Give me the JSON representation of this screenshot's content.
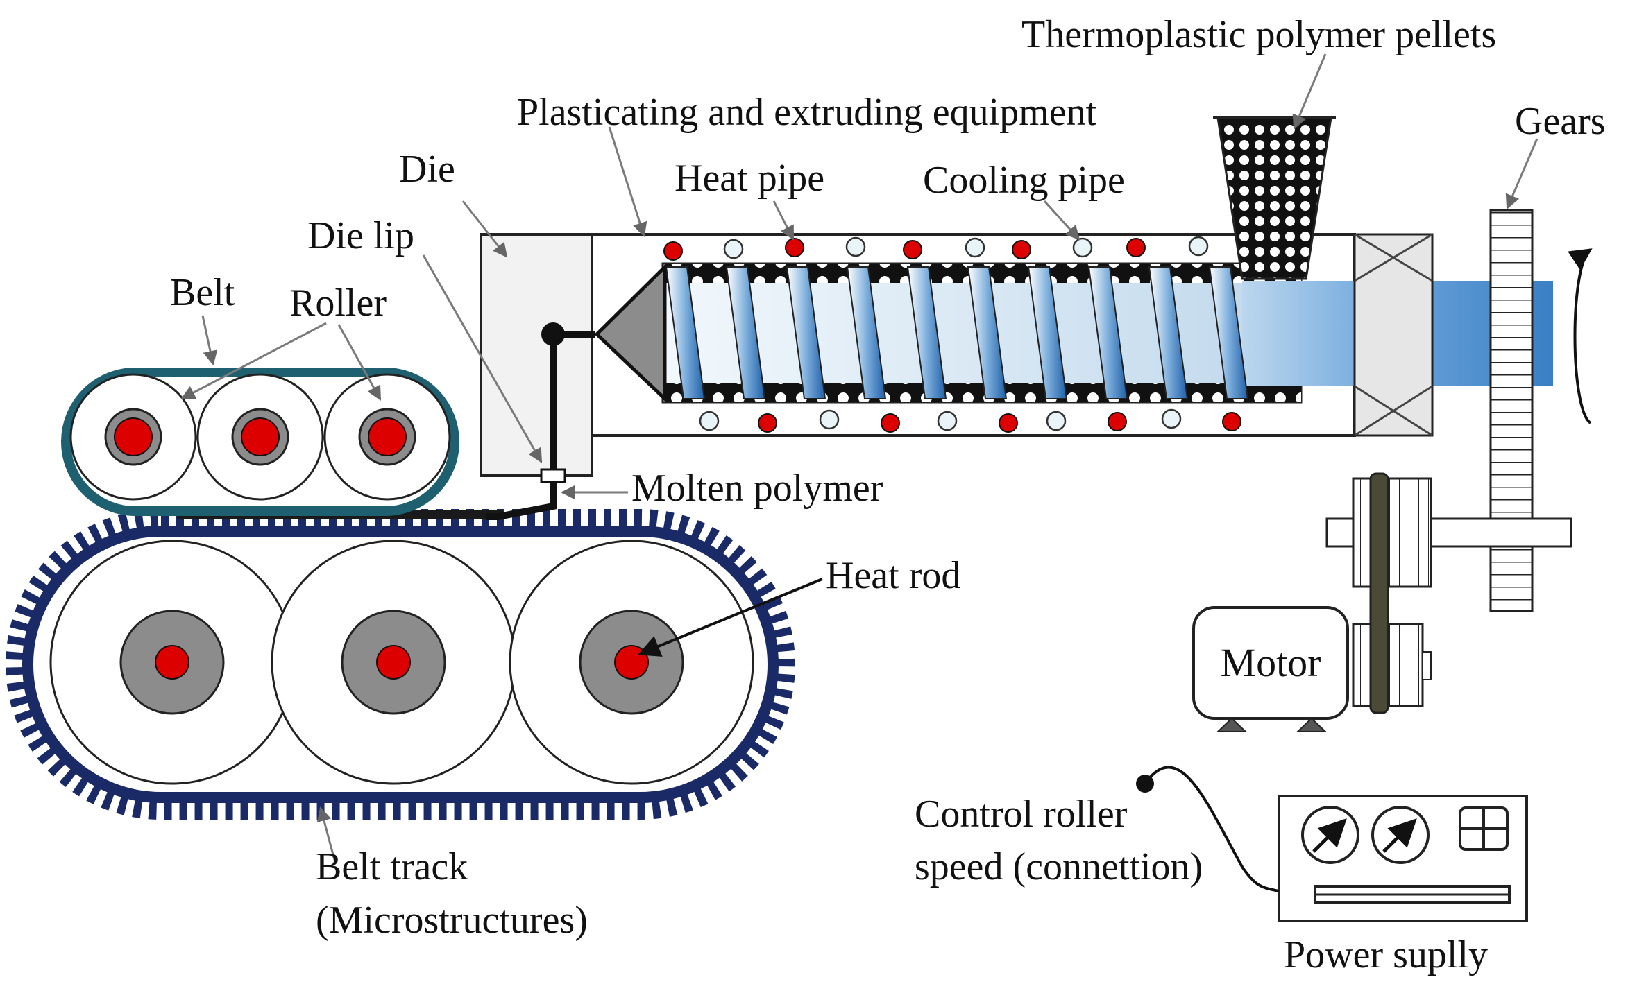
{
  "labels": {
    "pellets": "Thermoplastic polymer pellets",
    "plasticating": "Plasticating and extruding equipment",
    "gears": "Gears",
    "die": "Die",
    "heat_pipe": "Heat pipe",
    "cooling_pipe": "Cooling pipe",
    "die_lip": "Die lip",
    "belt": "Belt",
    "roller": "Roller",
    "molten_polymer": "Molten polymer",
    "heat_rod": "Heat rod",
    "motor": "Motor",
    "control_line1": "Control roller",
    "control_line2": "speed (connettion)",
    "belt_track_line1": "Belt track",
    "belt_track_line2": "(Microstructures)",
    "power_supply": "Power suplly"
  },
  "colors": {
    "heat_pipe": "#dd0000",
    "cooling_pipe": "#e8f4f7",
    "belt_teal": "#1f6070",
    "track_navy": "#1a2a66",
    "screw_blue": "#3a7fc4",
    "barrel_light": "#d4e6f1",
    "die_fill": "#f2f2f2",
    "belt_pulley": "#4a4a36",
    "hub_gray": "#8c8c8c"
  }
}
